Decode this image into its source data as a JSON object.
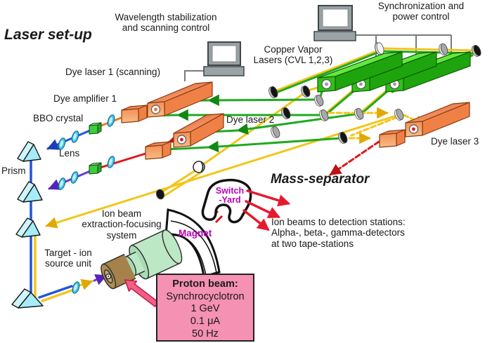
{
  "title": "Laser set-up",
  "labels": {
    "wavelength_control": "Wavelength stabilization\nand scanning control",
    "sync_control": "Synchronization and\npower control",
    "copper_vapor": "Copper Vapor\nLasers (CVL 1,2,3)",
    "dye_laser_1": "Dye laser 1 (scanning)",
    "dye_amplifier_1": "Dye amplifier 1",
    "bbo_crystal": "BBO crystal",
    "lens": "Lens",
    "prism": "Prism",
    "dye_laser_2": "Dye laser 2",
    "dye_laser_3": "Dye laser 3",
    "mass_separator": "Mass-separator",
    "switch_yard": "Switch\n-Yard",
    "magnet": "Magnet",
    "ion_beam_system": "Ion beam\nextraction-focusing\nsystem",
    "target_ion_source": "Target - ion\nsource unit",
    "detection_stations": "Ion beams to detection stations:\nAlpha-, beta-, gamma-detectors\nat two tape-stations"
  },
  "proton_box": {
    "title": "Proton beam:",
    "facility": "Synchrocyclotron",
    "energy": "1 GeV",
    "current": "0.1 μA",
    "rate": "50 Hz"
  },
  "colors": {
    "cvl_green": "#2ec214",
    "dye_orange": "#f29057",
    "pump_beam_green": "#1faa1f",
    "cvl_beam_yellow": "#f2c51a",
    "uv_beam_blue": "#2255dd",
    "uv_beam_violet": "#6a3bd0",
    "dye_beam_red": "#e01818",
    "dye_beam_orange": "#f07820",
    "label_magenta": "#bb00bb",
    "ion_beam_red": "#e51a2e",
    "proton_box_pink": "#f591b2"
  }
}
